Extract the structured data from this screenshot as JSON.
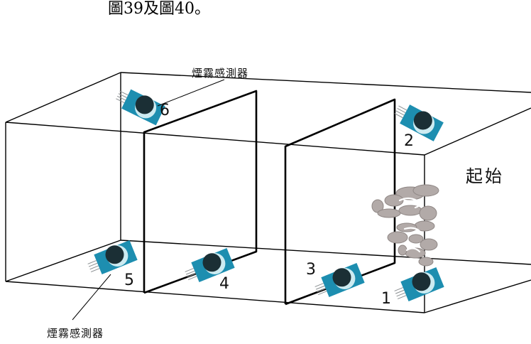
{
  "caption": "圖39及圖40。",
  "labels": {
    "sensor_top": "煙霧感測器",
    "sensor_bottom": "煙霧感測器",
    "start": "起始"
  },
  "sensors": [
    {
      "id": "1",
      "label": "1"
    },
    {
      "id": "2",
      "label": "2"
    },
    {
      "id": "3",
      "label": "3"
    },
    {
      "id": "4",
      "label": "4"
    },
    {
      "id": "5",
      "label": "5"
    },
    {
      "id": "6",
      "label": "6"
    }
  ],
  "colors": {
    "sensor_board": "#1d8eb0",
    "sensor_ring": "#cdebf1",
    "sensor_dome": "#1b2f35",
    "smoke": "#b2aaa8",
    "lines": "#000000"
  }
}
